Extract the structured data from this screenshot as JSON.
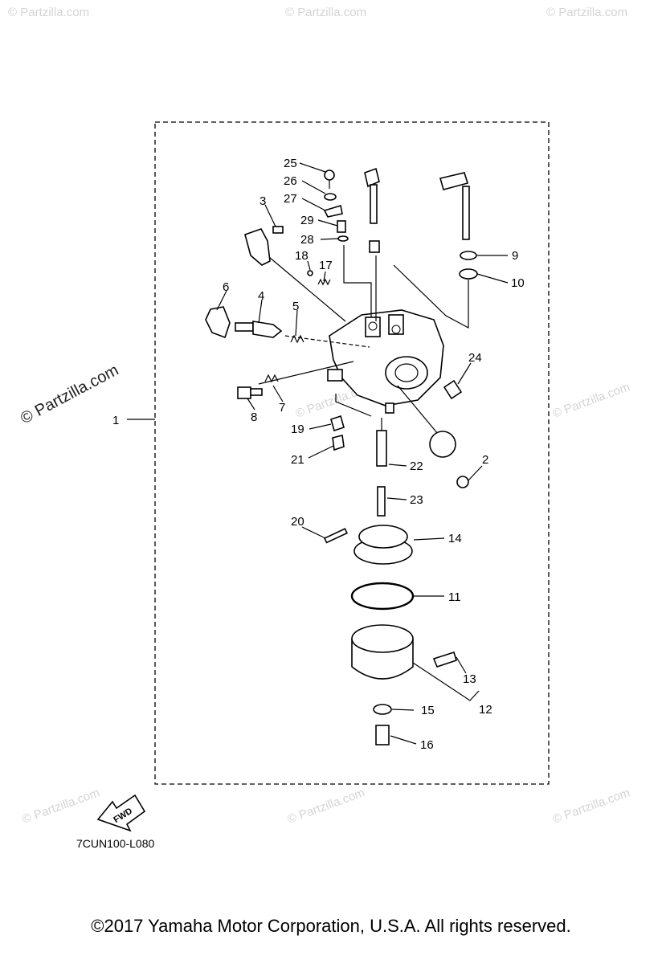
{
  "watermarks": {
    "side": "© Partzilla.com",
    "faint": "© Partzilla.com"
  },
  "diagram": {
    "assembly_code": "7CUN100-L080",
    "fwd_label": "FWD",
    "part_numbers": [
      "1",
      "2",
      "3",
      "4",
      "5",
      "6",
      "7",
      "8",
      "9",
      "10",
      "11",
      "12",
      "13",
      "14",
      "15",
      "16",
      "17",
      "18",
      "19",
      "20",
      "21",
      "22",
      "23",
      "24",
      "25",
      "26",
      "27",
      "28",
      "29"
    ]
  },
  "footer": {
    "copyright": "©2017  Yamaha Motor Corporation, U.S.A. All rights reserved."
  }
}
